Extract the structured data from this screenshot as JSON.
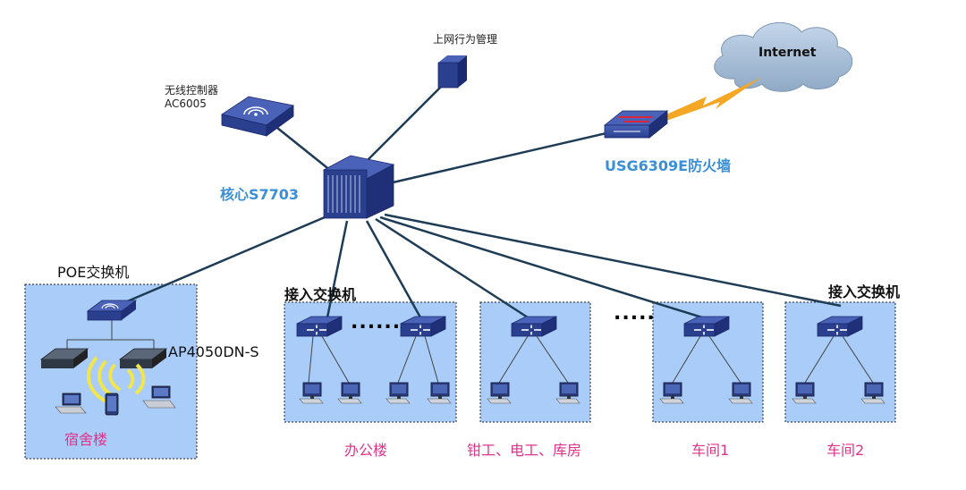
{
  "nodes": {
    "behavior_mgmt": "上网行为管理",
    "wireless_controller": "无线控制器",
    "wireless_controller_model": "AC6005",
    "internet": "Internet",
    "firewall": "USG6309E防火墙",
    "core": "核心S7703",
    "poe_switch": "POE交换机",
    "ap_model": "AP4050DN-S",
    "access_switch_left": "接入交换机",
    "access_switch_right": "接入交换机",
    "ellipsis": "......",
    "ellipsis_mid": "....."
  },
  "areas": {
    "dorm": "宿舍楼",
    "office": "办公楼",
    "workshop_misc": "钳工、电工、库房",
    "workshop1": "车间1",
    "workshop2": "车间2"
  },
  "colors": {
    "panel_fill": "#a9cdf8",
    "link": "#1e3c55",
    "device": "#2b3f8f",
    "device_top": "#4a63b8",
    "accent_text": "#3a8fd8",
    "area_text": "#e0338a",
    "cloud": "#98b3d1",
    "lightning": "#f5a623",
    "wifi_wave": "#f2e64b"
  }
}
